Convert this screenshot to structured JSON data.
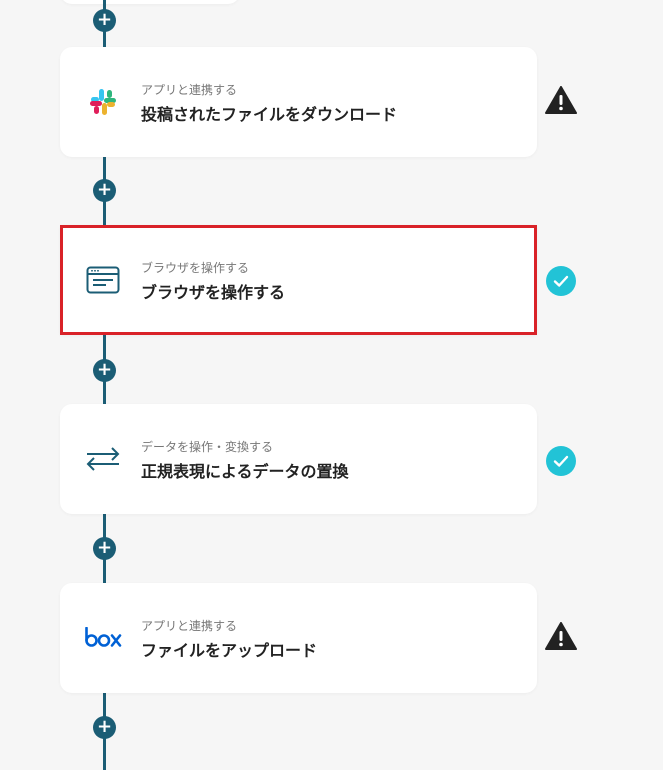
{
  "steps": [
    {
      "subtitle": "アプリと連携する",
      "title": "投稿されたファイルをダウンロード",
      "icon": "slack-logo-icon",
      "status": "warning"
    },
    {
      "subtitle": "ブラウザを操作する",
      "title": "ブラウザを操作する",
      "icon": "browser-window-icon",
      "status": "complete",
      "selected": true
    },
    {
      "subtitle": "データを操作・変換する",
      "title": "正規表現によるデータの置換",
      "icon": "transform-arrows-icon",
      "status": "complete"
    },
    {
      "subtitle": "アプリと連携する",
      "title": "ファイルをアップロード",
      "icon": "box-logo-icon",
      "status": "warning"
    }
  ],
  "add_button_symbol": "+",
  "colors": {
    "connector": "#1b5d75",
    "selected_border": "#d92228",
    "complete": "#22c3d6",
    "warning": "#222222"
  }
}
